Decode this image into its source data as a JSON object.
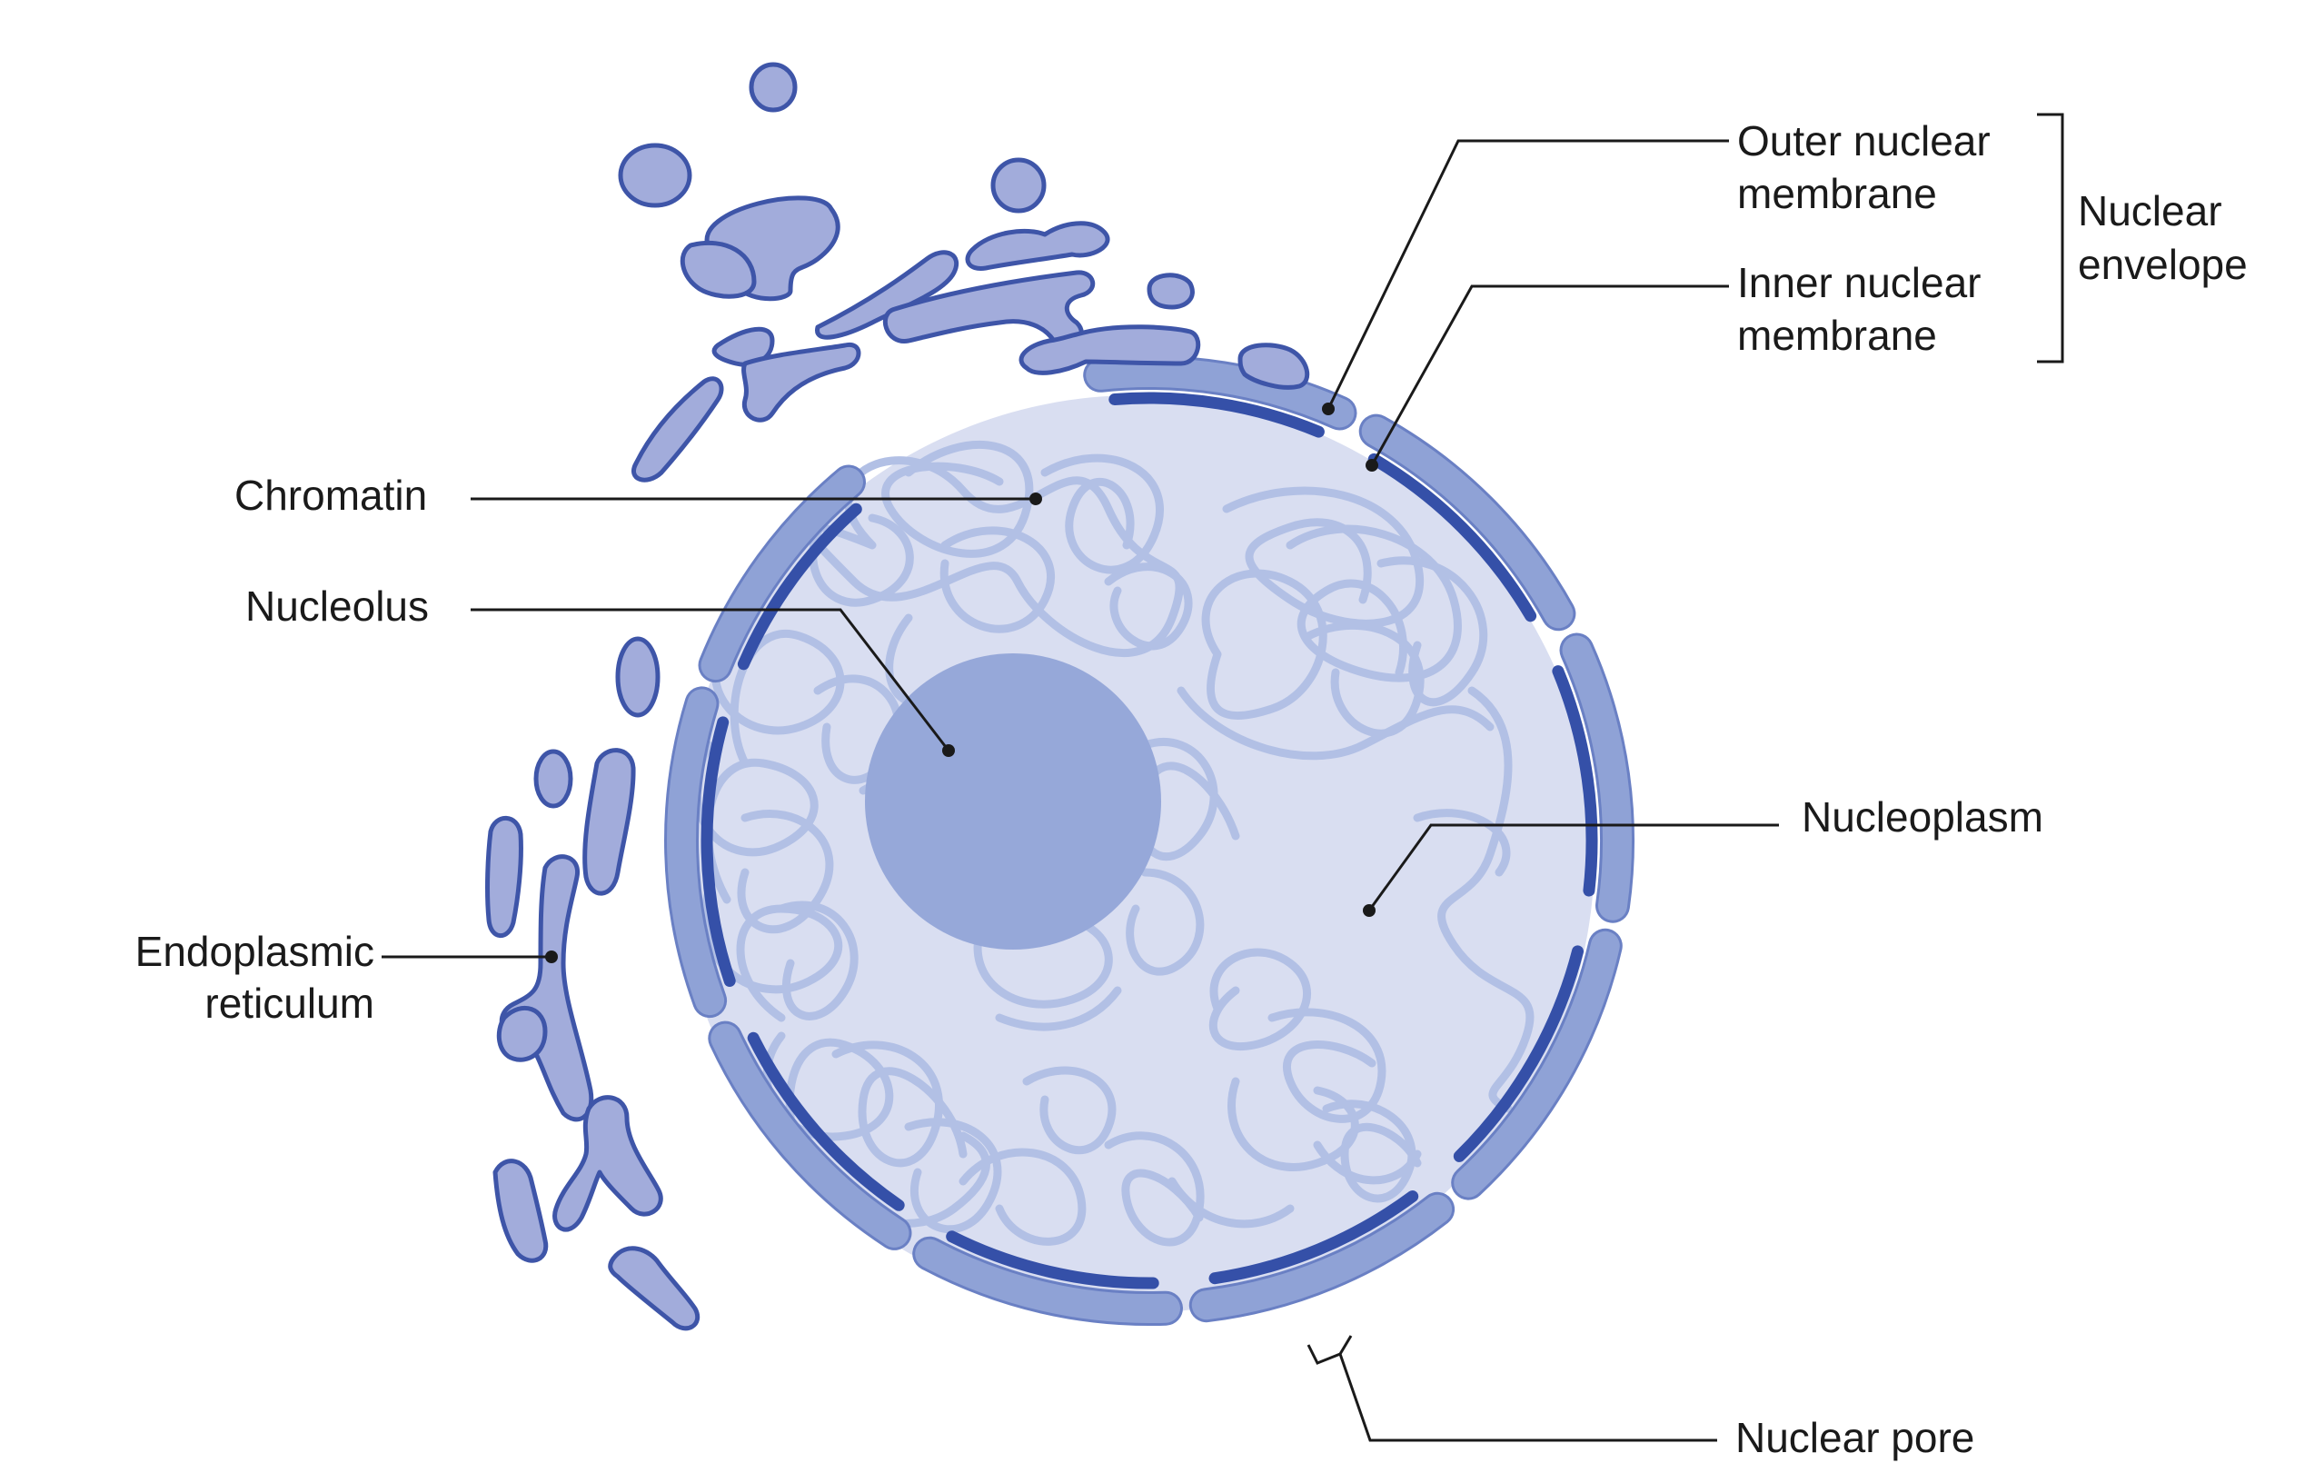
{
  "labels": {
    "outer_membrane_line1": "Outer nuclear",
    "outer_membrane_line2": "membrane",
    "inner_membrane_line1": "Inner nuclear",
    "inner_membrane_line2": "membrane",
    "nuclear_envelope_line1": "Nuclear",
    "nuclear_envelope_line2": "envelope",
    "chromatin": "Chromatin",
    "nucleolus": "Nucleolus",
    "nucleoplasm": "Nucleoplasm",
    "er_line1": "Endoplasmic",
    "er_line2": "reticulum",
    "nuclear_pore": "Nuclear pore"
  },
  "colors": {
    "nucleoplasm": "#d9def1",
    "nucleolus": "#96a8d9",
    "outer_membrane_fill": "#8fa2d6",
    "outer_membrane_edge": "#6a80c4",
    "inner_membrane": "#3550a8",
    "chromatin": "#b2c0e5",
    "er_fill": "#a2acdb",
    "er_edge": "#3e55a8",
    "text": "#1a1a1a"
  }
}
